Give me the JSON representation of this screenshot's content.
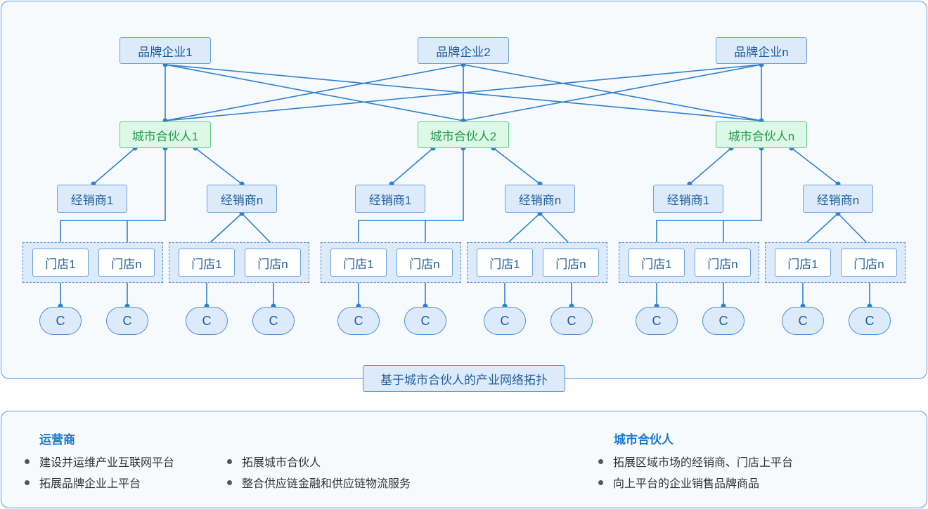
{
  "brands": [
    "品牌企业1",
    "品牌企业2",
    "品牌企业n"
  ],
  "partners": [
    "城市合伙人1",
    "城市合伙人2",
    "城市合伙人n"
  ],
  "dealers": [
    "经销商1",
    "经销商n"
  ],
  "stores": [
    "门店1",
    "门店n"
  ],
  "customer": "C",
  "caption": "基于城市合伙人的产业网络拓扑",
  "operator": {
    "title": "运营商",
    "items": [
      "建设并运维产业互联网平台",
      "拓展城市合伙人",
      "拓展品牌企业上平台",
      "整合供应链金融和供应链物流服务"
    ]
  },
  "city_partner": {
    "title": "城市合伙人",
    "items": [
      "拓展区域市场的经销商、门店上平台",
      "向上平台的企业销售品牌商品"
    ]
  },
  "colors": {
    "line": "#2f80d0",
    "brand_fill": "#ddeafa",
    "partner_fill": "#ddf8e6",
    "partner_text": "#1f9a52",
    "title": "#1677d2"
  }
}
